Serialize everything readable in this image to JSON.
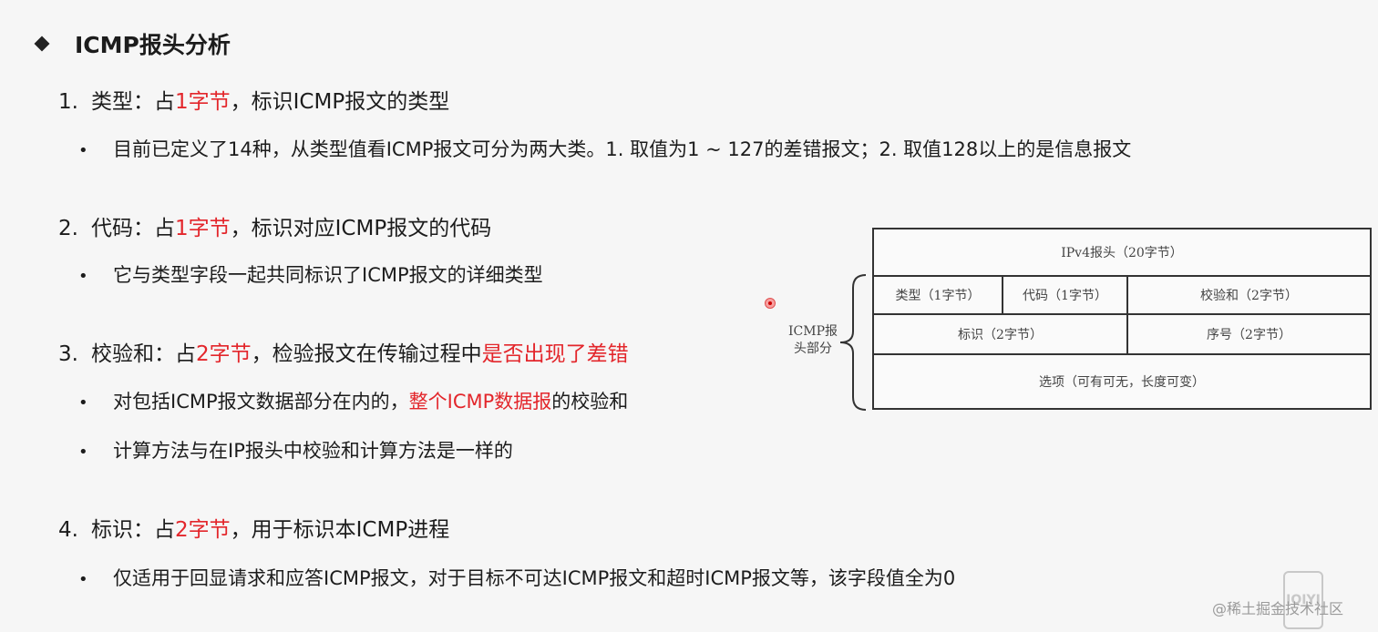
{
  "title": "ICMP报头分析",
  "items": [
    {
      "num": "1.",
      "parts": [
        "类型：占",
        "1字节",
        "，标识ICMP报文的类型"
      ],
      "bullets": [
        {
          "text": "目前已定义了14种，从类型值看ICMP报文可分为两大类。1. 取值为1 ~ 127的差错报文；2. 取值128以上的是信息报文"
        }
      ]
    },
    {
      "num": "2.",
      "parts": [
        "代码：占",
        "1字节",
        "，标识对应ICMP报文的代码"
      ],
      "bullets": [
        {
          "text": "它与类型字段一起共同标识了ICMP报文的详细类型"
        }
      ]
    },
    {
      "num": "3.",
      "parts": [
        "校验和：占",
        "2字节",
        "，检验报文在传输过程中",
        "是否出现了差错"
      ],
      "bullets": [
        {
          "parts": [
            "对包括ICMP报文数据部分在内的，",
            "整个ICMP数据报",
            "的校验和"
          ]
        },
        {
          "text": "计算方法与在IP报头中校验和计算方法是一样的"
        }
      ]
    },
    {
      "num": "4.",
      "parts": [
        "标识：占",
        "2字节",
        "，用于标识本ICMP进程"
      ],
      "bullets": [
        {
          "text": "仅适用于回显请求和应答ICMP报文，对于目标不可达ICMP报文和超时ICMP报文等，该字段值全为0"
        }
      ]
    }
  ],
  "diagram": {
    "ipv4_header": "IPv4报头（20字节）",
    "type": "类型（1字节）",
    "code": "代码（1字节）",
    "checksum": "校验和（2字节）",
    "identifier": "标识（2字节）",
    "sequence": "序号（2字节）",
    "options": "选项（可有可无，长度可变）",
    "side_label_line1": "ICMP报",
    "side_label_line2": "头部分"
  },
  "bullet_char": "•",
  "watermark": "@稀土掘金技术社区",
  "logo_text": "IQIYI",
  "colors": {
    "highlight": "#e3262b",
    "text": "#1c1c1c",
    "background": "#f6f6f6"
  }
}
